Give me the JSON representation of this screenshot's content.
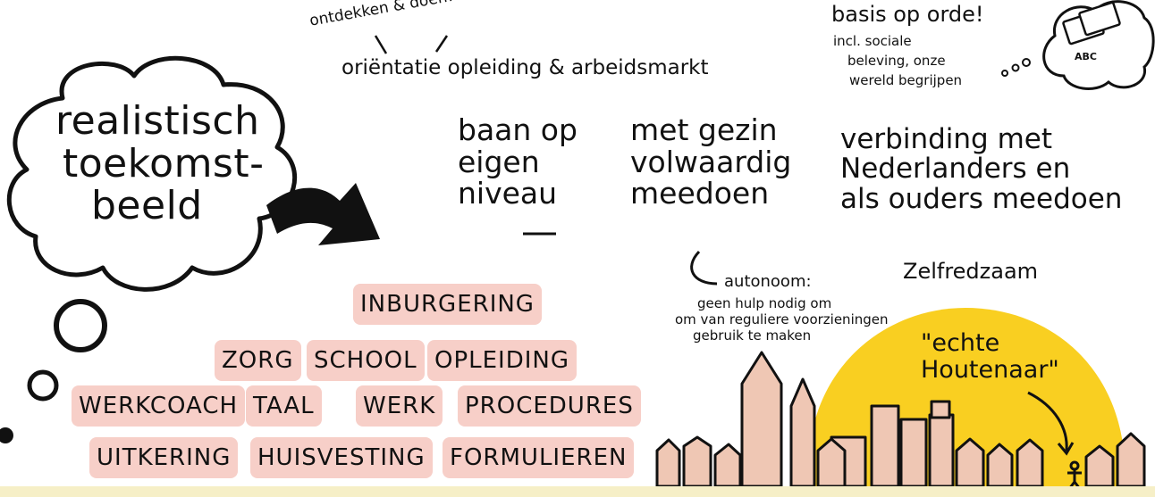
{
  "cloud": {
    "line1": "realistisch",
    "line2": "toekomst-",
    "line3": "beeld"
  },
  "top": {
    "note": "ontdekken & doen!",
    "orientation": "oriëntatie opleiding & arbeidsmarkt"
  },
  "basis": {
    "title": "basis op orde!",
    "line1": "incl. sociale",
    "line2": "beleving, onze",
    "line3": "wereld begrijpen",
    "card_label": "ABC"
  },
  "goals": {
    "goal1": [
      "baan op",
      "eigen",
      "niveau"
    ],
    "goal2": [
      "met gezin",
      "volwaardig",
      "meedoen"
    ],
    "goal3": [
      "verbinding met",
      "Nederlanders en",
      "als ouders meedoen"
    ]
  },
  "autonomy": {
    "title": "autonoom:",
    "line1": "geen hulp nodig om",
    "line2": "om van reguliere voorzieningen",
    "line3": "gebruik te maken"
  },
  "zelfredzaam": "Zelfredzaam",
  "houtenaar": [
    "\"echte",
    "Houtenaar\""
  ],
  "tags": {
    "row1": [
      "INBURGERING"
    ],
    "row2": [
      "ZORG",
      "SCHOOL",
      "OPLEIDING"
    ],
    "row3": [
      "WERKCOACH",
      "TAAL",
      "WERK",
      "PROCEDURES"
    ],
    "row4": [
      "UITKERING",
      "HUISVESTING",
      "FORMULIEREN"
    ]
  },
  "colors": {
    "tag_bg": "#f7cfc8",
    "sun": "#f9cf21",
    "building": "#efc7b4",
    "ink": "#111111"
  }
}
